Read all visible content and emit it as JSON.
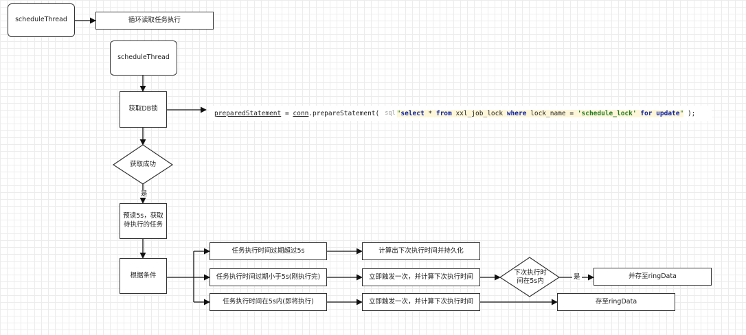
{
  "nodes": {
    "schedule_thread_top": "scheduleThread",
    "loop_read": "循环读取任务执行",
    "schedule_thread": "scheduleThread",
    "get_db_lock": "获取DB锁",
    "acquired_success": "获取成功",
    "yes_label_1": "是",
    "preread_tasks": "预读5s，获取待执行的任务",
    "by_condition": "根据条件",
    "cond_expired": "任务执行时间过期超过5s",
    "cond_expired_lt5": "任务执行时间过期小于5s(刚执行完)",
    "cond_within5": "任务执行时间在5s内(即将执行)",
    "calc_next_persist": "计算出下次执行时间并持久化",
    "trigger_calc_1": "立即触发一次，并计算下次执行时间",
    "trigger_calc_2": "立即触发一次，并计算下次执行时间",
    "next_within5": "下次执行时间在5s内",
    "yes_label_2": "是",
    "save_ring_data_1": "并存至ringData",
    "save_ring_data_2": "存至ringData"
  },
  "code": {
    "var1": "preparedStatement",
    "eq": " = ",
    "var2": "conn",
    "call": ".prepareStatement(",
    "lang_tag": "sql",
    "open_quote": "\"",
    "kw_select": "select",
    "star": " * ",
    "kw_from": "from",
    "table": " xxl_job_lock ",
    "kw_where": "where",
    "cond": " lock_name = ",
    "str_val": "'schedule_lock'",
    "kw_for": " for update",
    "close_quote": "\"",
    "end": " );"
  }
}
